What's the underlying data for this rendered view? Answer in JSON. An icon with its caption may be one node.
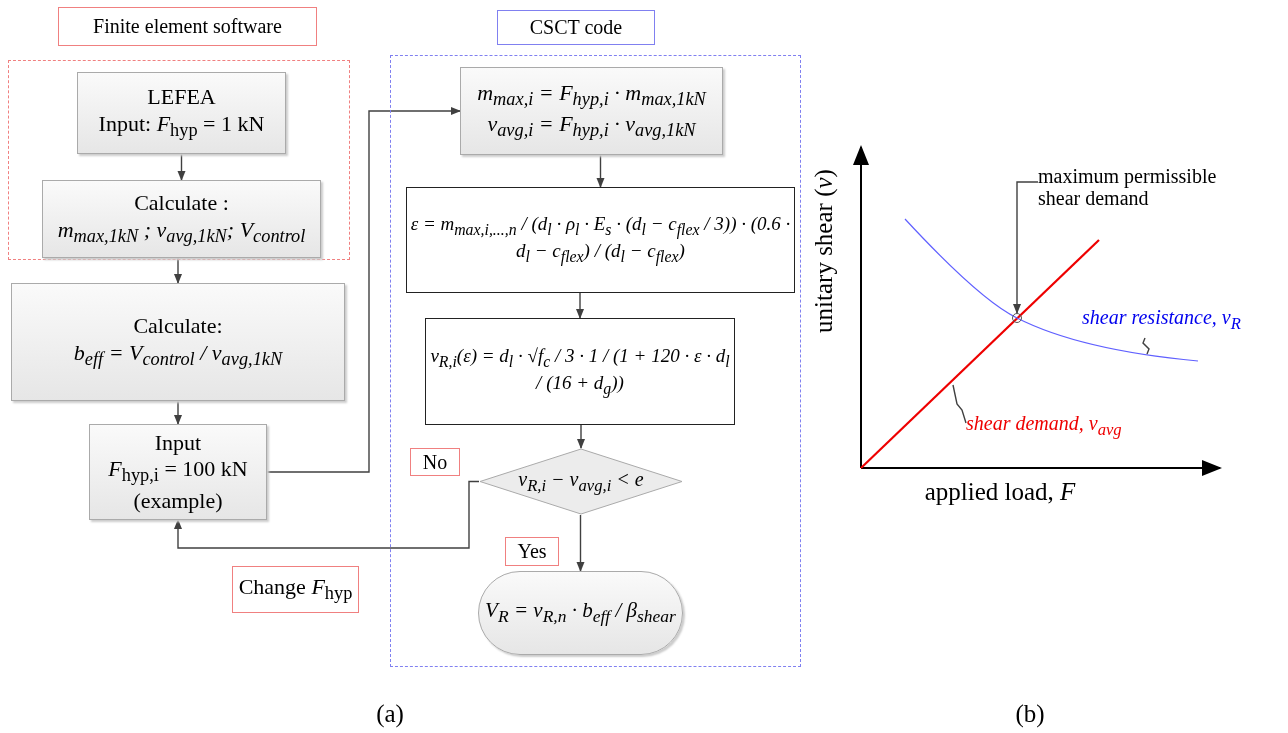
{
  "diagram": {
    "nodes": [
      {
        "text": [
          "Finite element software"
        ]
      },
      {
        "text": [
          "LEFEA",
          "Input: *F*$_{hyp}$ = 1 kN"
        ],
        "in": 0
      },
      {
        "text": [
          "Calculate :",
          "m$_{max,1kN}$ ; v$_{avg,1kN}$; V$_{control}$"
        ],
        "in": 0
      },
      {
        "text": [
          "Calculate:",
          "b$_{eff}$ = V$_{control}$ / v$_{avg,1kN}$"
        ]
      },
      {
        "text": [
          "Input",
          "*F*$_{hyp,i}$ = 100 kN",
          "(example)"
        ]
      },
      {
        "text": [
          "CSCT code"
        ]
      },
      {
        "text": [
          "m$_{max,i}$ = F$_{hyp,i}$ · m$_{max,1kN}$",
          "v$_{avg,i}$ = F$_{hyp,i}$ · v$_{avg,1kN}$"
        ],
        "in": 5
      },
      {
        "text": [
          "ε = m$_{max,i,...,n}$ / (d$_{l}$ · ρ$_{l}$ · E$_{s}$ · (d$_{l}$ − c$_{flex}$ / 3)) · (0.6 · d$_{l}$ − c$_{flex}$) / (d$_{l}$ − c$_{flex}$)"
        ],
        "in": 5
      },
      {
        "text": [
          "v$_{R,i}$(ε) = d$_{l}$ · √f$_{c}$ / 3 · 1 / (1 + 120 · ε · d$_{l}$ / (16 + d$_{g}$))"
        ],
        "in": 5
      },
      {
        "text": [
          "v$_{R,i}$ − v$_{avg,i}$ < e"
        ],
        "in": 5
      },
      {
        "text": [
          "V$_{R}$ = v$_{R,n}$ · b$_{eff}$ / β$_{shear}$"
        ],
        "in": 5
      },
      {
        "text": [
          "maximum permissible shear demand"
        ]
      },
      {
        "text": [],
        "shape": "circle"
      },
      {
        "text": [
          "shear resistance, v$_{R}$"
        ]
      },
      {
        "text": [
          "shear demand, v$_{avg}$"
        ]
      }
    ],
    "edges": [
      {
        "from": 1,
        "to": 2,
        "arrow": "to"
      },
      {
        "from": 2,
        "to": 3,
        "arrow": "to"
      },
      {
        "from": 3,
        "to": 4,
        "arrow": "to"
      },
      {
        "from": 4,
        "to": 6,
        "arrow": "to"
      },
      {
        "from": 6,
        "to": 7,
        "arrow": "to"
      },
      {
        "from": 7,
        "to": 8,
        "arrow": "to"
      },
      {
        "from": 8,
        "to": 9,
        "arrow": "to"
      },
      {
        "from": 9,
        "to": 4,
        "arrow": "to",
        "label": "No"
      },
      {
        "from": 9,
        "to": 10,
        "arrow": "to",
        "label": "Yes"
      },
      {
        "from": 11,
        "to": 12,
        "arrow": "to"
      },
      {
        "from": 13,
        "to": null,
        "arrow": "none"
      },
      {
        "from": 14,
        "to": null,
        "arrow": "none"
      }
    ],
    "labels": [
      "Change *F*$_{hyp}$",
      "unitary shear (*v*)",
      "applied load, *F*",
      "(a)",
      "(b)"
    ]
  }
}
